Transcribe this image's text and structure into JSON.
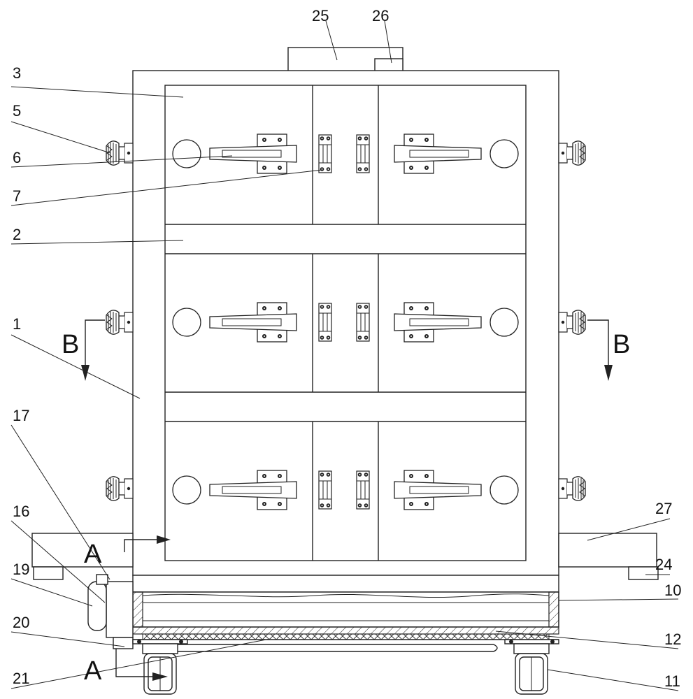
{
  "labels": {
    "l1": "1",
    "l2": "2",
    "l3": "3",
    "l5": "5",
    "l6": "6",
    "l7": "7",
    "l10": "10",
    "l11": "11",
    "l12": "12",
    "l16": "16",
    "l17": "17",
    "l19": "19",
    "l20": "20",
    "l21": "21",
    "l24": "24",
    "l25": "25",
    "l26": "26",
    "l27": "27"
  },
  "section_marks": {
    "b_left": "B",
    "b_right": "B",
    "a_top": "A",
    "a_bottom": "A"
  }
}
